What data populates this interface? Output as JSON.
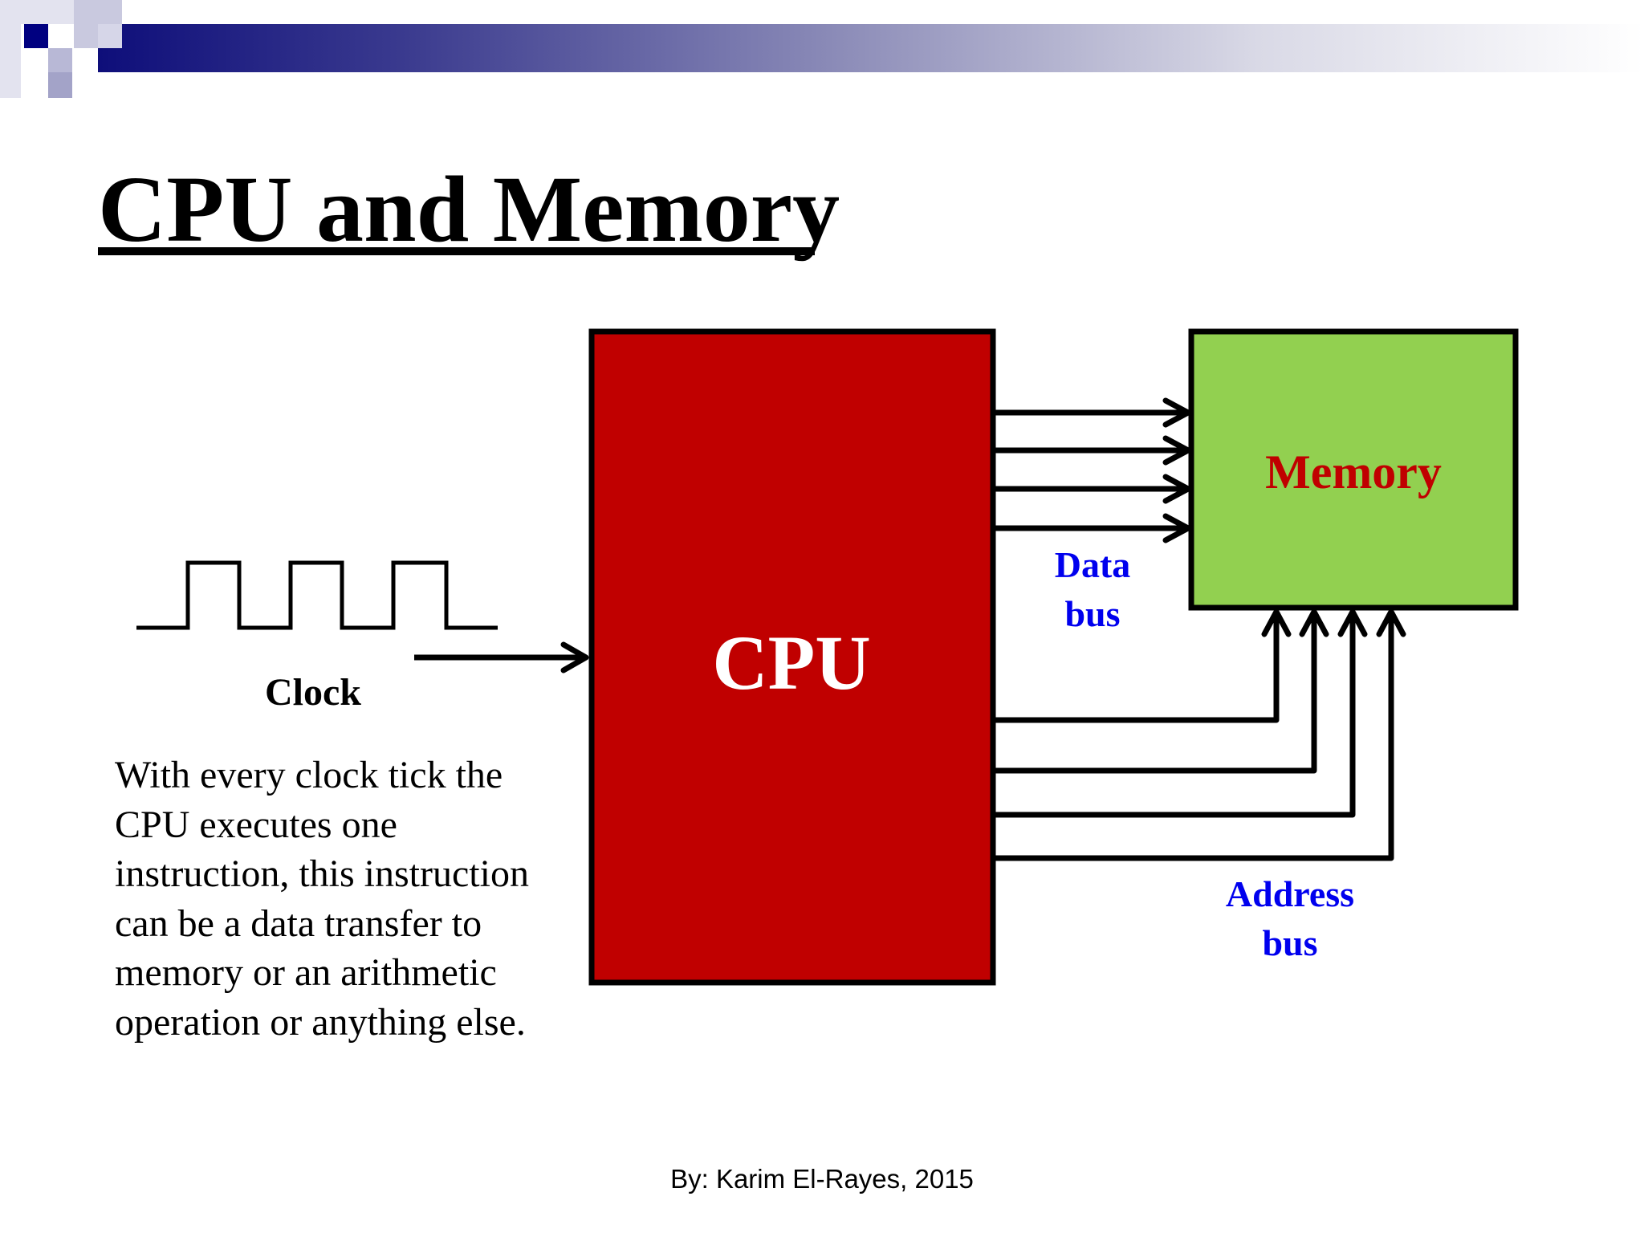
{
  "slide": {
    "title": "CPU and Memory",
    "footer": "By: Karim El-Rayes, 2015",
    "description": "With every clock tick the CPU executes one instruction, this instruction can be a data transfer to memory or an arithmetic operation or anything else."
  },
  "diagram": {
    "clock_label": "Clock",
    "cpu_label": "CPU",
    "memory_label": "Memory",
    "data_bus_label_line1": "Data",
    "data_bus_label_line2": "bus",
    "address_bus_label_line1": "Address",
    "address_bus_label_line2": "bus"
  },
  "colors": {
    "cpu_fill": "#c00000",
    "memory_fill": "#92d050",
    "memory_text": "#c00000",
    "bus_label": "#0000ee",
    "banner_dark": "#000080"
  }
}
